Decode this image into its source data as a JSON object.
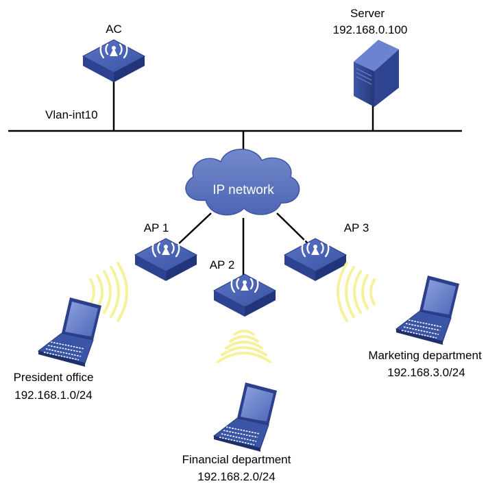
{
  "diagram": {
    "ac": {
      "label": "AC"
    },
    "server": {
      "label": "Server",
      "ip": "192.168.0.100"
    },
    "vlan_interface": "Vlan-int10",
    "cloud": {
      "label": "IP network"
    },
    "aps": [
      {
        "label": "AP 1"
      },
      {
        "label": "AP 2"
      },
      {
        "label": "AP 3"
      }
    ],
    "clients": [
      {
        "name": "President office",
        "subnet": "192.168.1.0/24"
      },
      {
        "name": "Financial department",
        "subnet": "192.168.2.0/24"
      },
      {
        "name": "Marketing department",
        "subnet": "192.168.3.0/24"
      }
    ],
    "colors": {
      "device_blue": "#3d57a8",
      "cloud_blue": "#5e76bd",
      "wave_yellow": "#f7f3a2",
      "line": "#000000"
    }
  }
}
